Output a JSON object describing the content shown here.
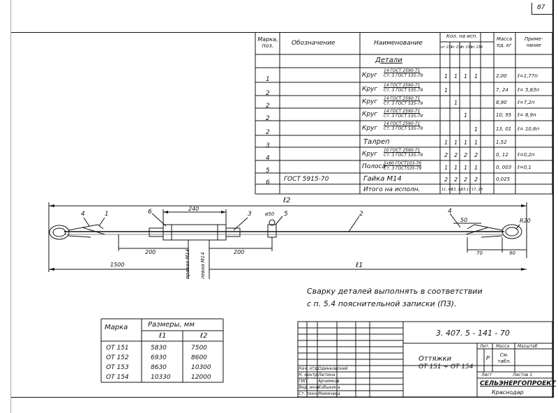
{
  "page_number": "87",
  "spec_table": {
    "headers": {
      "mark": "Марка, поз.",
      "designation": "Обозначение",
      "name": "Наименование",
      "qty": "Кол. на исп.",
      "qty_cols": [
        "от 151",
        "от 152",
        "от 153",
        "от 154"
      ],
      "mass": "Масса ед. кг",
      "note": "Приме- чание"
    },
    "section": "Детали",
    "rows": [
      {
        "mark": "1",
        "designation": "",
        "name": "Круг",
        "spec_top": "14 ГОСТ 2590-71",
        "spec_bottom": "Ст. 3 ГОСТ 535-79",
        "q": [
          "1",
          "1",
          "1",
          "1"
        ],
        "mass": "2,00",
        "note": "ℓ=1,77п"
      },
      {
        "mark": "2",
        "designation": "",
        "name": "Круг",
        "spec_top": "14 ГОСТ 2590-71",
        "spec_bottom": "Ст. 3 ГОСТ 535-79",
        "q": [
          "1",
          "",
          "",
          ""
        ],
        "mass": "7, 24",
        "note": "ℓ= 5,83п"
      },
      {
        "mark": "2",
        "designation": "",
        "name": "Круг",
        "spec_top": "14 ГОСТ 2590-71",
        "spec_bottom": "Ст. 3 ГОСТ 535-79",
        "q": [
          "",
          "1",
          "",
          ""
        ],
        "mass": "8,90",
        "note": "ℓ=7,2п"
      },
      {
        "mark": "2",
        "designation": "",
        "name": "Круг",
        "spec_top": "14 ГОСТ 2590-71",
        "spec_bottom": "Ст. 3 ГОСТ 535-79",
        "q": [
          "",
          "",
          "1",
          ""
        ],
        "mass": "10, 95",
        "note": "ℓ= 8,9п"
      },
      {
        "mark": "2",
        "designation": "",
        "name": "Круг",
        "spec_top": "14 ГОСТ 2590-71",
        "spec_bottom": "Ст. 3 ГОСТ 535-79",
        "q": [
          "",
          "",
          "",
          "1"
        ],
        "mass": "13, 01",
        "note": "ℓ= 10,6п"
      },
      {
        "mark": "3",
        "designation": "",
        "name": "Талреп",
        "spec_top": "",
        "spec_bottom": "",
        "q": [
          "1",
          "1",
          "1",
          "1"
        ],
        "mass": "1,52",
        "note": ""
      },
      {
        "mark": "4",
        "designation": "",
        "name": "Круг",
        "spec_top": "10 ГОСТ 2590-71",
        "spec_bottom": "Ст. 3 ГОСТ 535-79",
        "q": [
          "2",
          "2",
          "2",
          "2"
        ],
        "mass": "0, 12",
        "note": "ℓ=0,2п"
      },
      {
        "mark": "5",
        "designation": "",
        "name": "Полоса",
        "spec_top": "5х80 ГОСТ103-76",
        "spec_bottom": "Ст. 3 ГОСТ535-79",
        "q": [
          "1",
          "1",
          "1",
          "1"
        ],
        "mass": "0, 003",
        "note": "ℓ=0,1"
      },
      {
        "mark": "6",
        "designation": "ГОСТ 5915-70",
        "name": "Гайка М14",
        "spec_top": "",
        "spec_bottom": "",
        "q": [
          "2",
          "2",
          "2",
          "2"
        ],
        "mass": "0,025",
        "note": ""
      }
    ],
    "total_label": "Итого на исполн.",
    "total_values": [
      "11, 46",
      "13, 12",
      "15,17",
      "17, 23"
    ]
  },
  "drawing": {
    "dim_l2": "ℓ2",
    "dim_l1": "ℓ1",
    "dim_240": "240",
    "dim_200_left": "200",
    "dim_200_right": "200",
    "dim_1500": "1500",
    "dim_50": "50",
    "dim_70": "70",
    "dim_90": "90",
    "dim_phi50": "ø50",
    "dim_r20": "R20",
    "callouts": [
      "4",
      "1",
      "6",
      "3",
      "5",
      "2",
      "4"
    ],
    "thread_right": "правая М14",
    "thread_left": "левая М14"
  },
  "note": {
    "line1": "Сварку деталей выполнять в соответствии",
    "line2": "с п. 5.4 пояснительной записки (ПЗ)."
  },
  "sizes_table": {
    "header_mark": "Марка",
    "header_sizes": "Размеры, мм",
    "col_l1": "ℓ1",
    "col_l2": "ℓ2",
    "rows": [
      {
        "mark": "ОТ 151",
        "l1": "5830",
        "l2": "7500"
      },
      {
        "mark": "ОТ 152",
        "l1": "6930",
        "l2": "8600"
      },
      {
        "mark": "ОТ 153",
        "l1": "8630",
        "l2": "10300"
      },
      {
        "mark": "ОТ 154",
        "l1": "10330",
        "l2": "12000"
      }
    ]
  },
  "title_block": {
    "doc_code": "3. 407. 5 - 141 - 70",
    "title_line1": "Оттяжки",
    "title_line2": "ОТ 151 ÷ ОТ 154",
    "stage_label": "Лит.",
    "mass_label": "Масса",
    "scale_label": "Масштаб",
    "stage_value": "Р",
    "mass_value": "См. табл.",
    "sheet_label": "Лист",
    "sheets_label": "Листов 1",
    "org_line1": "СЕЛЬЭНЕРГОПРОЕКТ",
    "org_line2": "Краснодар",
    "sign_rows": [
      {
        "role": "Нач. отд.",
        "name": "Одинковский"
      },
      {
        "role": "Н. контр.",
        "name": "Лютина"
      },
      {
        "role": "ГИП",
        "name": "Арчимков"
      },
      {
        "role": "Вед. инж.",
        "name": "Кобыкина"
      },
      {
        "role": "Ст. техн.",
        "name": "Мамичева"
      }
    ]
  }
}
